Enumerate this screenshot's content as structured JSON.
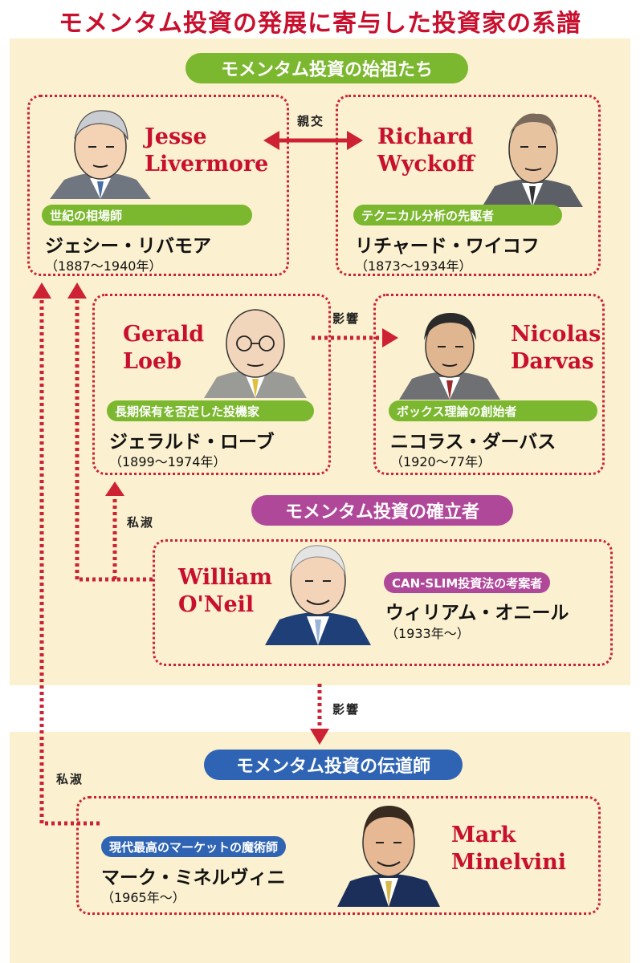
{
  "title": "モメンタム投資の発展に寄与した投資家の系譜",
  "sections": {
    "founders": "モメンタム投資の始祖たち",
    "establisher": "モメンタム投資の確立者",
    "evangelist": "モメンタム投資の伝道師"
  },
  "relations": {
    "friendship": "親交",
    "influence1": "影響",
    "private1": "私淑",
    "influence2": "影響",
    "private2": "私淑"
  },
  "people": {
    "livermore": {
      "name_en": "Jesse\nLivermore",
      "tag": "世紀の相場師",
      "name_jp": "ジェシー・リバモア",
      "years": "（1887〜1940年）"
    },
    "wyckoff": {
      "name_en": "Richard\nWyckoff",
      "tag": "テクニカル分析の先駆者",
      "name_jp": "リチャード・ワイコフ",
      "years": "（1873〜1934年）"
    },
    "loeb": {
      "name_en": "Gerald\nLoeb",
      "tag": "長期保有を否定した投機家",
      "name_jp": "ジェラルド・ローブ",
      "years": "（1899〜1974年）"
    },
    "darvas": {
      "name_en": "Nicolas\nDarvas",
      "tag": "ボックス理論の創始者",
      "name_jp": "ニコラス・ダーバス",
      "years": "（1920〜77年）"
    },
    "oneil": {
      "name_en": "William\nO'Neil",
      "tag": "CAN-SLIM投資法の考案者",
      "name_jp": "ウィリアム・オニール",
      "years": "（1933年〜）"
    },
    "minervini": {
      "name_en": "Mark\nMinelvini",
      "tag": "現代最高のマーケットの魔術師",
      "name_jp": "マーク・ミネルヴィニ",
      "years": "（1965年〜）"
    }
  },
  "colors": {
    "title_red": "#c8102e",
    "panel_bg": "#fbf0cf",
    "green": "#7cb82f",
    "purple": "#b0489a",
    "blue": "#2f64b4"
  }
}
